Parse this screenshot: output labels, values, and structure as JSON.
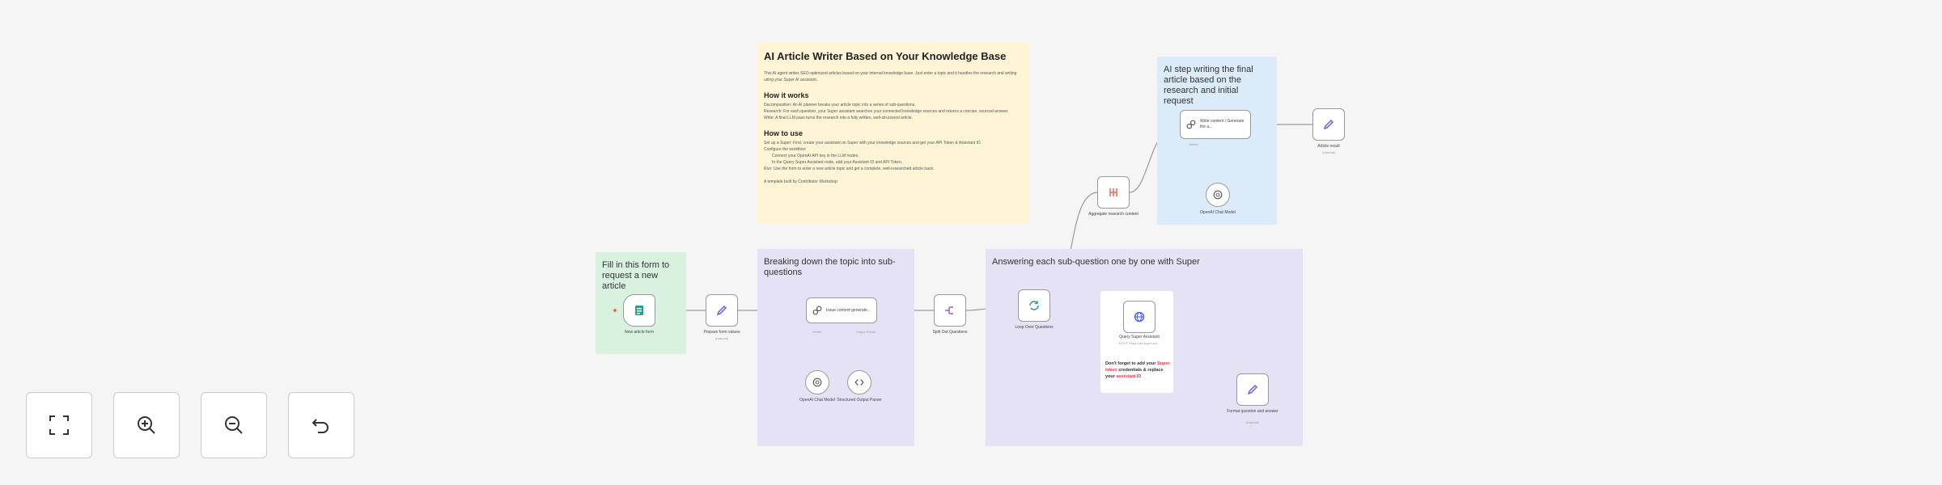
{
  "sticky_notes": {
    "main_title": "AI Article Writer Based on Your Knowledge Base",
    "intro": "This AI agent writes SEO-optimized articles based on your internal knowledge base. Just enter a topic and it handles the research and writing using your Super AI assistant.",
    "how_it_works_heading": "How it works",
    "how_it_works_items": [
      "Decomposition: An AI planner breaks your article topic into a series of sub-questions.",
      "Research: For each question, your Super assistant searches your connected knowledge sources and returns a concise, sourced answer.",
      "Write: A final LLM pass turns the research into a fully written, well-structured article."
    ],
    "how_to_use_heading": "How to use",
    "how_to_use_items": [
      "Set up a Super: First, create your assistant on Super with your knowledge sources and get your API Token & Assistant ID.",
      "Configure the workflow:",
      "Connect your OpenAI API key in the LLM nodes.",
      "In the Query Super Assistant node, add your Assistant ID and API Token.",
      "Run: Use the form to enter a new article topic and get a complete, well-researched article back."
    ],
    "footer": "A template built by Contributor Workshop",
    "form_note": "Fill in this form to request a new article",
    "breakdown_note": "Breaking down the topic into sub-questions",
    "answering_note": "Answering each sub-question one by one with Super",
    "ai_step_note": "AI step writing the final article based on the research and initial request",
    "replace_note": {
      "line1": "Don't forget to add your ",
      "line1_red": "Super token",
      "line2": " credentials & replace your ",
      "line2_red": "assistant ID"
    }
  },
  "nodes": {
    "form": {
      "label": "New article form"
    },
    "prepare": {
      "label": "Prepare form values",
      "sub": "(manual)"
    },
    "subq": {
      "inline": "Issue content generate...",
      "label_left": "Model",
      "label_right": "Output Parser"
    },
    "openai1": {
      "label": "OpenAI Chat Model"
    },
    "parser": {
      "label": "Structured Output Parser"
    },
    "split": {
      "label": "Split Out Questions"
    },
    "loop": {
      "label": "Loop Over Questions"
    },
    "query": {
      "label": "Query Super Assistant",
      "sub": "POST: https://api.super.so/..."
    },
    "format": {
      "label": "Format question and answer",
      "sub": "(manual)"
    },
    "aggregate": {
      "label": "Aggregate research content"
    },
    "write": {
      "inline": "Write content / Generate the a...",
      "label_left": "Model"
    },
    "openai2": {
      "label": "OpenAI Chat Model"
    },
    "final": {
      "label": "Article result",
      "sub": "(manual)"
    }
  },
  "controls": {
    "fit": {
      "icon": "fit-view-icon"
    },
    "zoom_in": {
      "icon": "zoom-in-icon"
    },
    "zoom_out": {
      "icon": "zoom-out-icon"
    },
    "reset": {
      "icon": "undo-icon"
    }
  },
  "colors": {
    "canvas_bg": "#f5f5f5",
    "note_yellow": "#fff5d6",
    "note_green": "#d8f2df",
    "note_purple": "#e6e2f6",
    "note_blue": "#dcebfa",
    "form_icon": "#2a9d8f",
    "edit_icon": "#6c5ce7",
    "aggregate_icon": "#e76f51",
    "accent_red": "#e63946"
  }
}
